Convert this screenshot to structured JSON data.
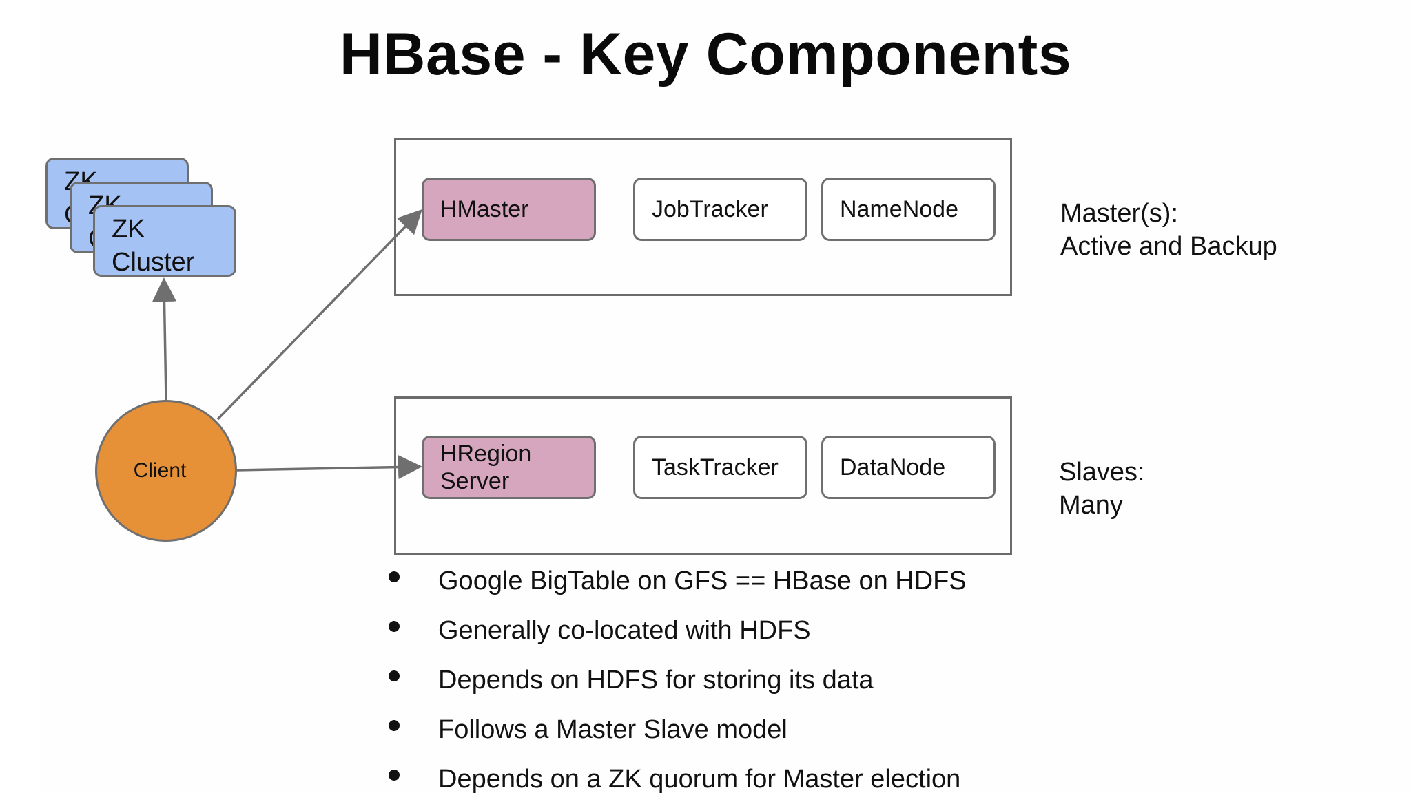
{
  "title": "HBase - Key Components",
  "zk_stack": {
    "back_label": "ZK\nC",
    "middle_label": "ZK\nC",
    "front_label": "ZK\nCluster"
  },
  "client": {
    "label": "Client"
  },
  "master_group": {
    "components": [
      "HMaster",
      "JobTracker",
      "NameNode"
    ],
    "label_line1": "Master(s):",
    "label_line2": "Active and Backup"
  },
  "slave_group": {
    "components": [
      "HRegion\nServer",
      "TaskTracker",
      "DataNode"
    ],
    "label_line1": "Slaves:",
    "label_line2": "Many"
  },
  "bullets": [
    "Google BigTable on GFS == HBase on HDFS",
    "Generally co-located with HDFS",
    "Depends on HDFS for storing its data",
    "Follows a Master Slave model",
    "Depends on a ZK quorum for Master election"
  ],
  "colors": {
    "zk_fill": "#a4c2f4",
    "client_fill": "#e69138",
    "region_fill": "#d5a6bd",
    "stroke": "#6f6f6f"
  }
}
